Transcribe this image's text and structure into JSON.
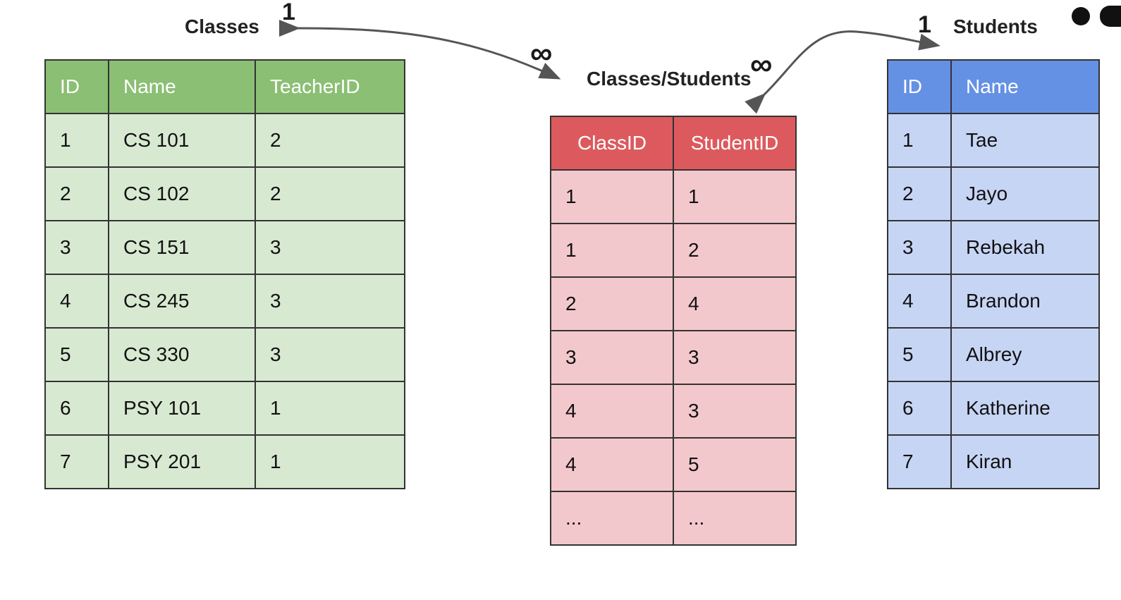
{
  "classes": {
    "title": "Classes",
    "columns": [
      "ID",
      "Name",
      "TeacherID"
    ],
    "rows": [
      [
        "1",
        "CS 101",
        "2"
      ],
      [
        "2",
        "CS 102",
        "2"
      ],
      [
        "3",
        "CS 151",
        "3"
      ],
      [
        "4",
        "CS 245",
        "3"
      ],
      [
        "5",
        "CS 330",
        "3"
      ],
      [
        "6",
        "PSY 101",
        "1"
      ],
      [
        "7",
        "PSY 201",
        "1"
      ]
    ],
    "header_color": "#8bbf74",
    "cell_color": "#d8e9d2"
  },
  "join": {
    "title": "Classes/Students",
    "columns": [
      "ClassID",
      "StudentID"
    ],
    "rows": [
      [
        "1",
        "1"
      ],
      [
        "1",
        "2"
      ],
      [
        "2",
        "4"
      ],
      [
        "3",
        "3"
      ],
      [
        "4",
        "3"
      ],
      [
        "4",
        "5"
      ],
      [
        "...",
        "..."
      ]
    ],
    "header_color": "#dc5a5e",
    "cell_color": "#f3c8cc"
  },
  "students": {
    "title": "Students",
    "columns": [
      "ID",
      "Name"
    ],
    "rows": [
      [
        "1",
        "Tae"
      ],
      [
        "2",
        "Jayo"
      ],
      [
        "3",
        "Rebekah"
      ],
      [
        "4",
        "Brandon"
      ],
      [
        "5",
        "Albrey"
      ],
      [
        "6",
        "Katherine"
      ],
      [
        "7",
        "Kiran"
      ]
    ],
    "header_color": "#6591e4",
    "cell_color": "#c7d5f5"
  },
  "relationships": {
    "classes_one": "1",
    "join_many_left": "∞",
    "join_many_right": "∞",
    "students_one": "1"
  }
}
